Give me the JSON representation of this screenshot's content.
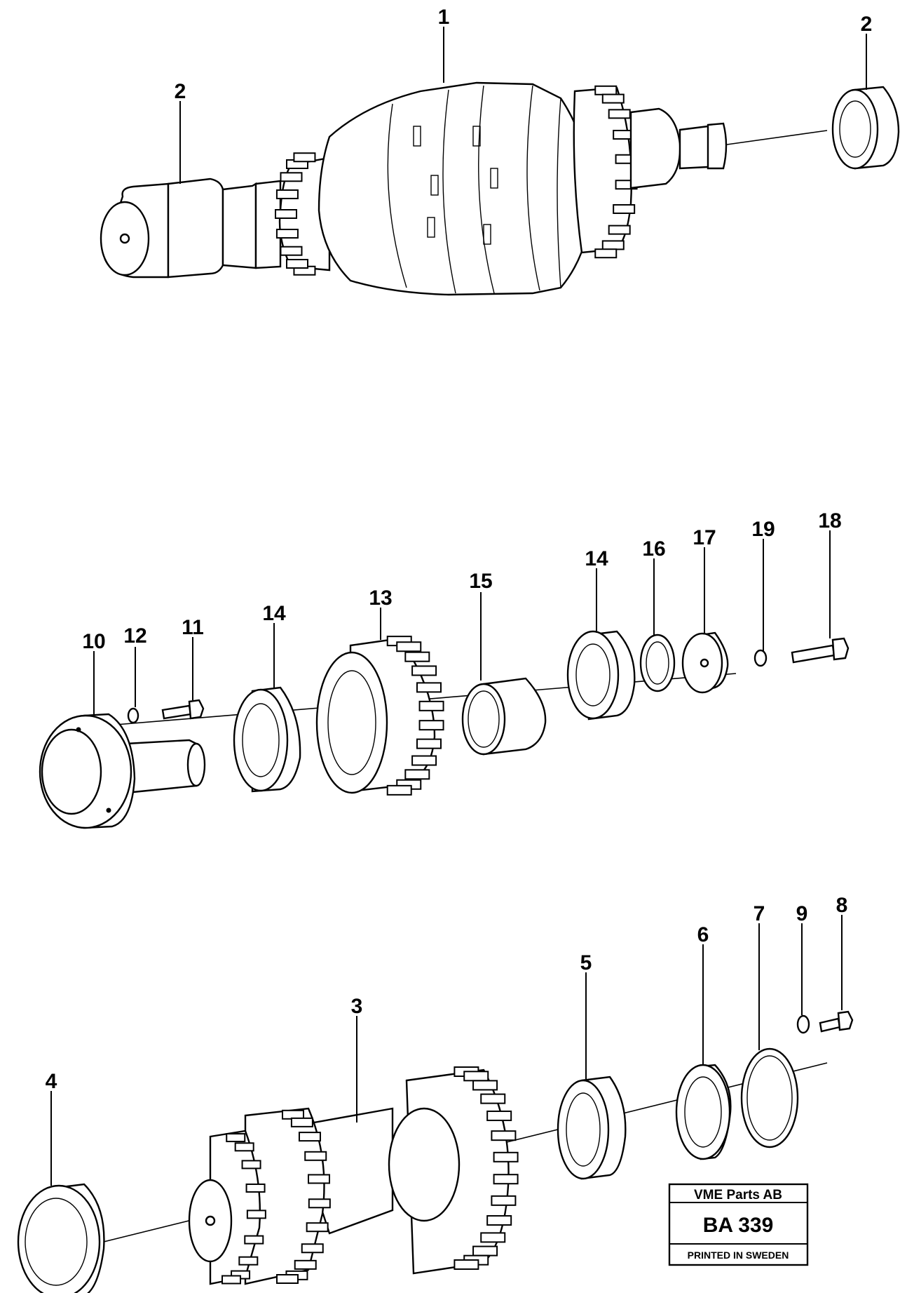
{
  "callouts": {
    "c1": "1",
    "c2a": "2",
    "c2b": "2",
    "c3": "3",
    "c4": "4",
    "c5": "5",
    "c6": "6",
    "c7": "7",
    "c8": "8",
    "c9": "9",
    "c10": "10",
    "c11": "11",
    "c12": "12",
    "c13": "13",
    "c14a": "14",
    "c14b": "14",
    "c15": "15",
    "c16": "16",
    "c17": "17",
    "c18": "18",
    "c19": "19"
  },
  "title_block": {
    "company": "VME Parts AB",
    "code": "BA 339",
    "printed": "PRINTED IN SWEDEN"
  }
}
